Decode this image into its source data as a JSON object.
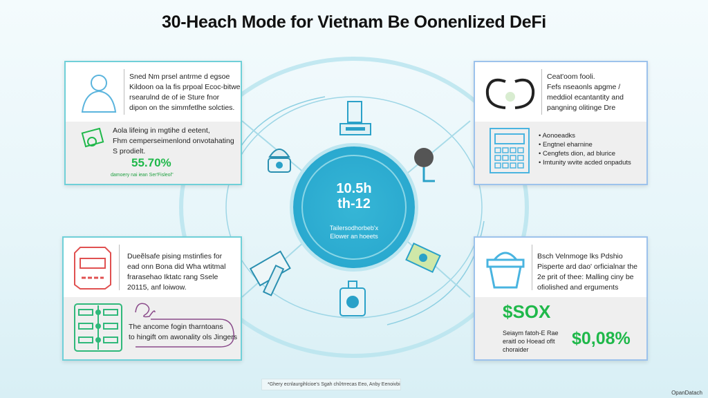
{
  "title": "30-Heach Mode for Vietnam Be Oonenlized DeFi",
  "center": {
    "line1": "10.5h",
    "line2": "th-12",
    "sub1": "Tailersodhorbeb'x",
    "sub2": "Elower an hoeets"
  },
  "panels": {
    "top_left": {
      "text": [
        "Sned Nm prsel antrme d egsoe",
        "Kildoon oa la fis prpoal Ecoc-bitwe",
        "rsearulnd de of ie Sture fnor",
        "dipon on the simmfetlhe solcties."
      ],
      "sub": [
        "Aola lifeing in mgtihe d eetent,",
        "Fhm cemperseimenlond onvotahating",
        "S prodielt."
      ],
      "value": "55.70%",
      "caption": "damoery nai iean Ser'Fisleol\""
    },
    "top_right": {
      "text": [
        "Ceat'oom fooli.",
        "Fefs nseaonls apgme /",
        "meddiol ecantantity and",
        "pangning olitinge Dre"
      ],
      "bullets": [
        "Aonoeadks",
        "Engtnel eharnine",
        "Cengfets dion, ad blurice",
        "Imtunity wvite acded onpaduts"
      ]
    },
    "bottom_left": {
      "text": [
        "Dueẽlsafe pising mstinfies for",
        "ead onn Bona did Wha wtitmal",
        "frarasehao Iktatc rang Ssele",
        "20115, anf loiwow."
      ],
      "sub": [
        "The ancome fogin tharntoans",
        "to hingift om awonality ols Jingers"
      ]
    },
    "bottom_right": {
      "text": [
        "Bsch Velnmoge lks Pdshio",
        "Pisperte ard dao' orficialnar the",
        "2e prit of thee: Malling ciny be",
        "ofiolished and erguments"
      ],
      "value1": "$SOX",
      "value2": "$0,08%",
      "caption": [
        "Seiaym fatoh-E Rae",
        "eraitl oo Hoead oflt",
        "choraider"
      ]
    }
  },
  "footnote": "*Ghery ecnlaurgihlcioe's Sgah chữtrrecas Eeo, Anby Eenoivbiqe, TPB",
  "corner_label": "OpanDatach",
  "colors": {
    "teal": "#2aa9cf",
    "green": "#1fb84a",
    "panel_border": "#6fd0d8",
    "red": "#e05050",
    "purple": "#8a4a8a"
  }
}
